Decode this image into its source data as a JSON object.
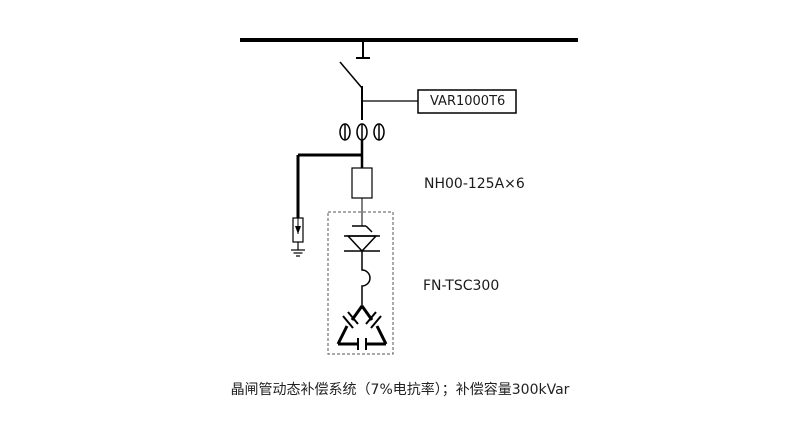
{
  "diagram": {
    "meter_label": "VAR1000T6",
    "breaker_label": "NH00-125A×6",
    "unit_label": "FN-TSC300",
    "caption": "晶闸管动态补偿系统（7%电抗率）；补偿容量300kVar"
  },
  "colors": {
    "line": "#000000",
    "dash": "#555555"
  },
  "icons": [
    "busbar",
    "disconnect-switch-icon",
    "current-transformer-icon",
    "fuse-icon",
    "thyristor-icon",
    "reactor-icon",
    "capacitor-bank-icon",
    "surge-arrester-icon",
    "ground-icon"
  ]
}
